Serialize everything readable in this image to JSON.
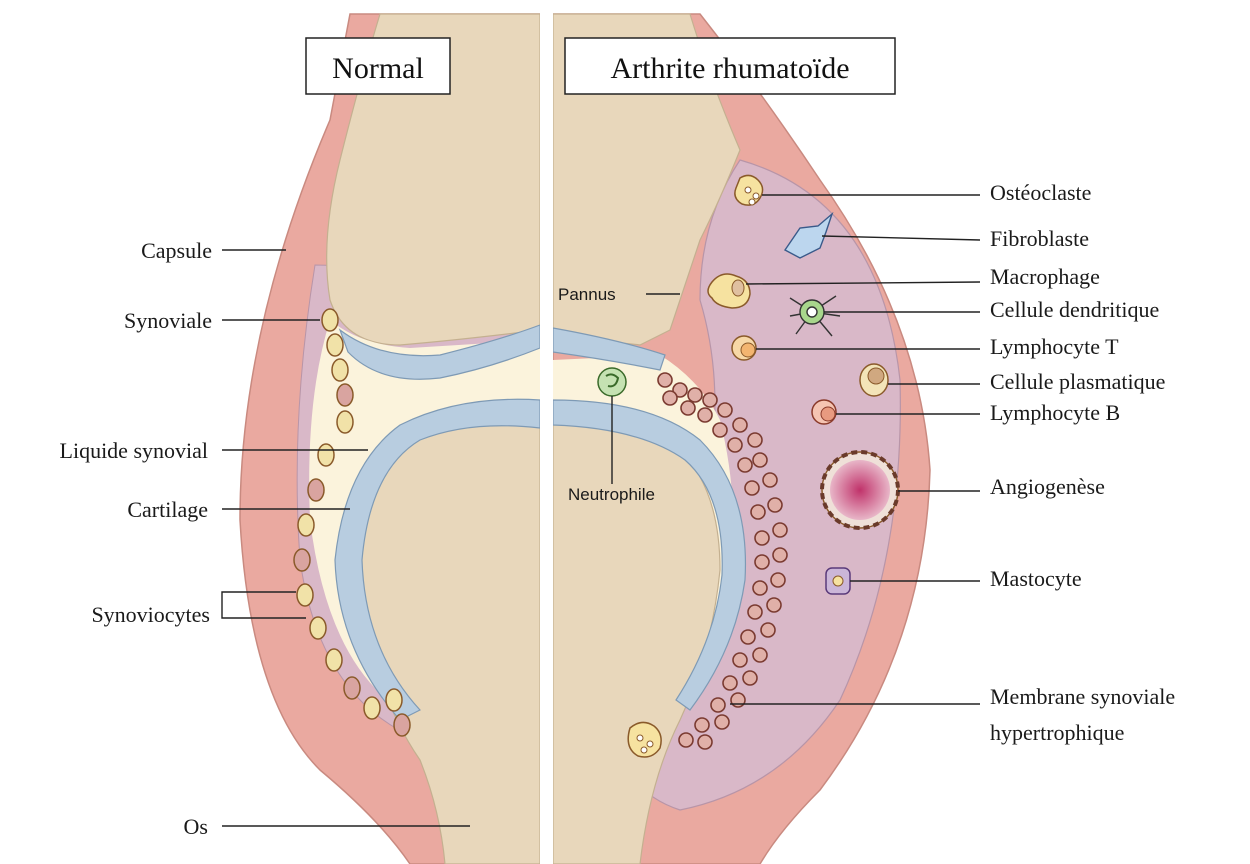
{
  "titles": {
    "normal": "Normal",
    "ra": "Arthrite rhumatoïde"
  },
  "labels_left": {
    "capsule": "Capsule",
    "synoviale": "Synoviale",
    "liquide": "Liquide synovial",
    "cartilage": "Cartilage",
    "synoviocytes": "Synoviocytes",
    "os": "Os"
  },
  "labels_center": {
    "pannus": "Pannus",
    "neutrophile": "Neutrophile"
  },
  "labels_right": {
    "osteoclaste": "Ostéoclaste",
    "fibroblaste": "Fibroblaste",
    "macrophage": "Macrophage",
    "dendritique": "Cellule dendritique",
    "lymphocyte_t": "Lymphocyte T",
    "plasmatique": "Cellule plasmatique",
    "lymphocyte_b": "Lymphocyte B",
    "angiogenese": "Angiogenèse",
    "mastocyte": "Mastocyte",
    "membrane_1": "Membrane synoviale",
    "membrane_2": "hypertrophique"
  },
  "colors": {
    "capsule": "#eaa9a0",
    "bone": "#e8d7bb",
    "synovium": "#d9b8c8",
    "fluid": "#fbf3dc",
    "cartilage": "#b8cde0",
    "cells": "#c9a060"
  }
}
